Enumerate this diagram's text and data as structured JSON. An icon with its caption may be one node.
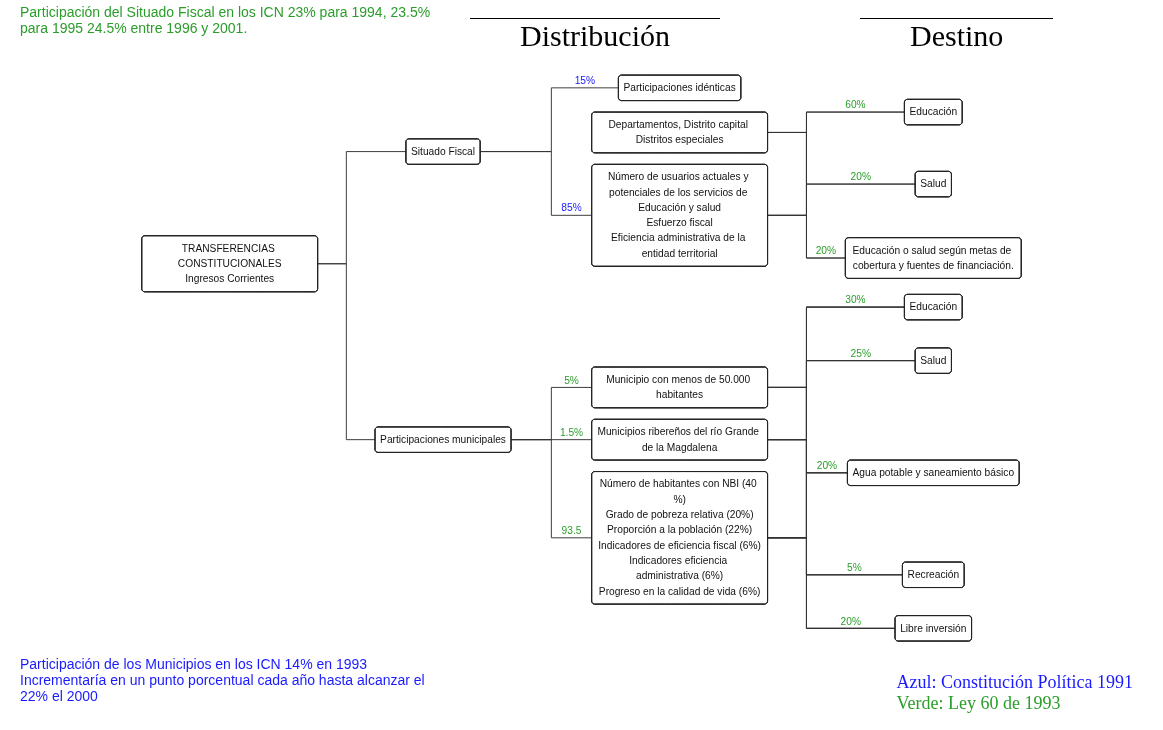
{
  "diagram": {
    "nodes": [
      {
        "text": [
          "TRANSFERENCIAS CONSTITUCIONALES",
          "Ingresos Corrientes"
        ]
      },
      {
        "text": [
          "Situado Fiscal"
        ]
      },
      {
        "text": [
          "Participaciones municipales"
        ]
      },
      {
        "text": [
          "Participaciones idénticas"
        ]
      },
      {
        "text": [
          "Departamentos, Distrito capital Distritos especiales"
        ]
      },
      {
        "text": [
          "Número de usuarios actuales y potenciales de los servicios de Educación y salud",
          "Esfuerzo fiscal",
          "Eficiencia administrativa de la entidad territorial"
        ]
      },
      {
        "text": [
          "Educación"
        ]
      },
      {
        "text": [
          "Salud"
        ]
      },
      {
        "text": [
          "Educación o salud según metas de cobertura y fuentes de financiación."
        ]
      },
      {
        "text": [
          "Municipio con menos de 50.000 habitantes"
        ]
      },
      {
        "text": [
          "Municipios ribereños del río Grande de la Magdalena"
        ]
      },
      {
        "text": [
          "Número de habitantes con NBI (40 %)",
          "Grado de pobreza relativa (20%)",
          "Proporción a la población (22%)",
          "Indicadores de eficiencia fiscal (6%)",
          "Indicadores eficiencia administrativa (6%)",
          "Progreso en la calidad de vida (6%)"
        ]
      },
      {
        "text": [
          "Educación"
        ]
      },
      {
        "text": [
          "Salud"
        ]
      },
      {
        "text": [
          "Agua potable y saneamiento básico"
        ]
      },
      {
        "text": [
          "Recreación"
        ]
      },
      {
        "text": [
          "Libre inversión"
        ]
      }
    ],
    "edges": [
      {
        "from": 0,
        "to": 1,
        "arrow": "none"
      },
      {
        "from": 0,
        "to": 2,
        "arrow": "none"
      },
      {
        "from": 1,
        "to": 3,
        "arrow": "none",
        "label": "15%"
      },
      {
        "from": 1,
        "to": 5,
        "arrow": "none",
        "label": "85%"
      },
      {
        "from": 4,
        "to": 6,
        "arrow": "none",
        "label": "60%"
      },
      {
        "from": 4,
        "to": 7,
        "arrow": "none",
        "label": "20%"
      },
      {
        "from": 4,
        "to": 8,
        "arrow": "none",
        "label": "20%"
      },
      {
        "from": 5,
        "to": 6,
        "arrow": "none"
      },
      {
        "from": 5,
        "to": 7,
        "arrow": "none"
      },
      {
        "from": 5,
        "to": 8,
        "arrow": "none"
      },
      {
        "from": 2,
        "to": 9,
        "arrow": "none",
        "label": "5%"
      },
      {
        "from": 2,
        "to": 10,
        "arrow": "none",
        "label": "1.5%"
      },
      {
        "from": 2,
        "to": 11,
        "arrow": "none",
        "label": "93.5"
      },
      {
        "from": 9,
        "to": 12,
        "arrow": "none",
        "label": "30%"
      },
      {
        "from": 9,
        "to": 13,
        "arrow": "none",
        "label": "25%"
      },
      {
        "from": 9,
        "to": 14,
        "arrow": "none",
        "label": "20%"
      },
      {
        "from": 9,
        "to": 15,
        "arrow": "none",
        "label": "5%"
      },
      {
        "from": 9,
        "to": 16,
        "arrow": "none",
        "label": "20%"
      },
      {
        "from": 10,
        "to": 12,
        "arrow": "none"
      },
      {
        "from": 10,
        "to": 13,
        "arrow": "none"
      },
      {
        "from": 10,
        "to": 14,
        "arrow": "none"
      },
      {
        "from": 10,
        "to": 15,
        "arrow": "none"
      },
      {
        "from": 10,
        "to": 16,
        "arrow": "none"
      },
      {
        "from": 11,
        "to": 12,
        "arrow": "none"
      },
      {
        "from": 11,
        "to": 13,
        "arrow": "none"
      },
      {
        "from": 11,
        "to": 14,
        "arrow": "none"
      },
      {
        "from": 11,
        "to": 15,
        "arrow": "none"
      },
      {
        "from": 11,
        "to": 16,
        "arrow": "none"
      }
    ],
    "labels": [
      "Participación del Situado Fiscal en los ICN 23% para 1994, 23.5% para 1995 24.5% entre 1996 y 2001.",
      "Distribución",
      "Destino",
      "Participación de los Municipios en los ICN 14% en 1993 Incrementaría en un punto porcentual cada año hasta alcanzar el 22% el 2000"
    ],
    "legend": [
      {
        "text": "Azul: Constitución Política 1991",
        "color": "#1a1aff"
      },
      {
        "text": "Verde: Ley 60 de 1993",
        "color": "#2a9d2a"
      }
    ]
  }
}
